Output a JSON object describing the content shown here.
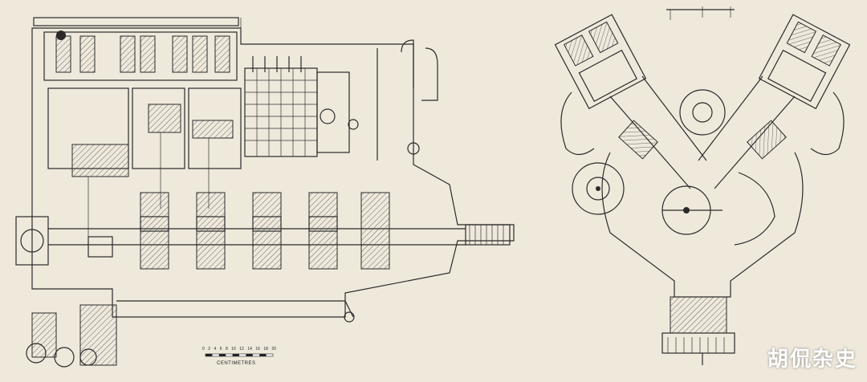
{
  "scale_bar": {
    "ticks": [
      "0",
      "2",
      "4",
      "6",
      "8",
      "10",
      "12",
      "14",
      "16",
      "18",
      "20"
    ],
    "unit_label": "CENTIMETRES"
  },
  "watermark": {
    "text": "胡侃杂史"
  },
  "colors": {
    "paper": "#efe9dc",
    "ink": "#2a2a2a"
  }
}
